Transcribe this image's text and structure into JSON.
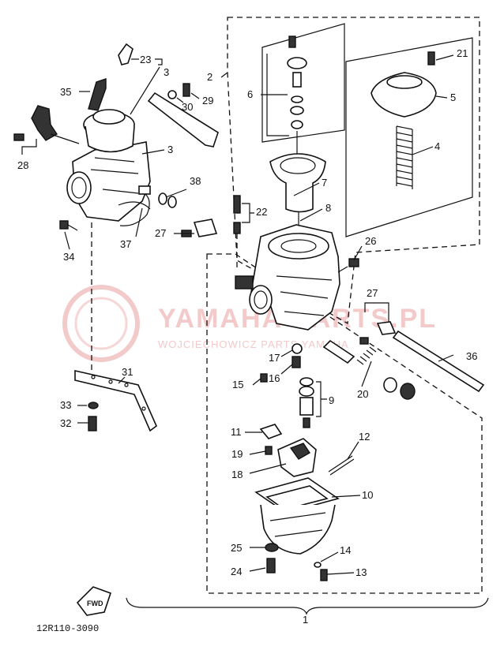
{
  "diagram": {
    "part_code": "12R110-3090",
    "fwd_label": "FWD",
    "watermark": {
      "text": "YAMAHA-PARTS.PL",
      "subtext": "WOJCIECHOWICZ PARTS YAMAHA"
    },
    "callouts": [
      {
        "id": "c1",
        "label": "1"
      },
      {
        "id": "c2",
        "label": "2"
      },
      {
        "id": "c3a",
        "label": "3"
      },
      {
        "id": "c3b",
        "label": "3"
      },
      {
        "id": "c4",
        "label": "4"
      },
      {
        "id": "c5",
        "label": "5"
      },
      {
        "id": "c6",
        "label": "6"
      },
      {
        "id": "c7",
        "label": "7"
      },
      {
        "id": "c8",
        "label": "8"
      },
      {
        "id": "c9",
        "label": "9"
      },
      {
        "id": "c10",
        "label": "10"
      },
      {
        "id": "c11",
        "label": "11"
      },
      {
        "id": "c12",
        "label": "12"
      },
      {
        "id": "c13",
        "label": "13"
      },
      {
        "id": "c14",
        "label": "14"
      },
      {
        "id": "c15",
        "label": "15"
      },
      {
        "id": "c16",
        "label": "16"
      },
      {
        "id": "c17",
        "label": "17"
      },
      {
        "id": "c18",
        "label": "18"
      },
      {
        "id": "c19",
        "label": "19"
      },
      {
        "id": "c20",
        "label": "20"
      },
      {
        "id": "c21",
        "label": "21"
      },
      {
        "id": "c22",
        "label": "22"
      },
      {
        "id": "c23",
        "label": "23"
      },
      {
        "id": "c24",
        "label": "24"
      },
      {
        "id": "c25",
        "label": "25"
      },
      {
        "id": "c26",
        "label": "26"
      },
      {
        "id": "c27a",
        "label": "27"
      },
      {
        "id": "c27b",
        "label": "27"
      },
      {
        "id": "c28",
        "label": "28"
      },
      {
        "id": "c29",
        "label": "29"
      },
      {
        "id": "c30",
        "label": "30"
      },
      {
        "id": "c31",
        "label": "31"
      },
      {
        "id": "c32",
        "label": "32"
      },
      {
        "id": "c33",
        "label": "33"
      },
      {
        "id": "c34",
        "label": "34"
      },
      {
        "id": "c35",
        "label": "35"
      },
      {
        "id": "c36",
        "label": "36"
      },
      {
        "id": "c37",
        "label": "37"
      },
      {
        "id": "c38",
        "label": "38"
      }
    ]
  }
}
